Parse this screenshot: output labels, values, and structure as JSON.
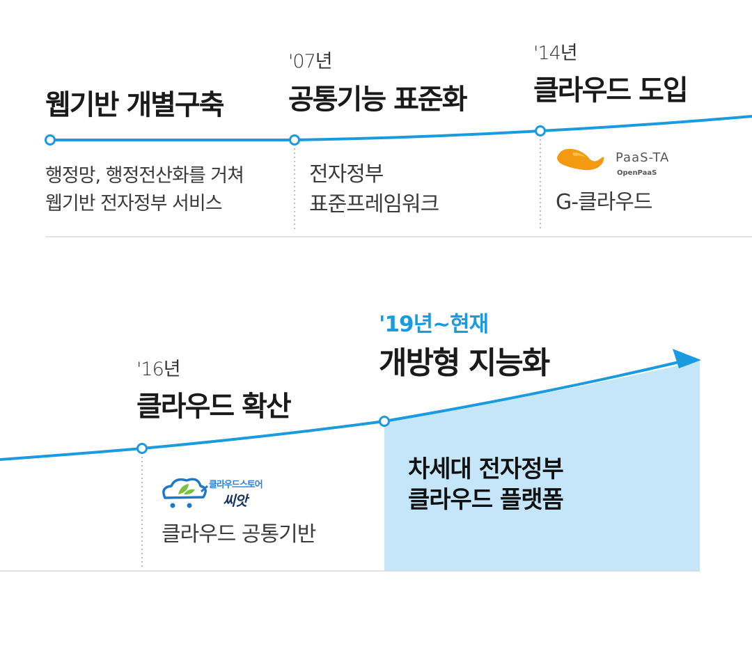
{
  "stages": [
    {
      "year": "",
      "title": "웹기반 개별구축",
      "description": [
        "행정망, 행정전산화를 거쳐",
        "웹기반 전자정부 서비스"
      ]
    },
    {
      "year": "'07년",
      "title": "공통기능 표준화",
      "description": [
        "전자정부",
        "표준프레임워크"
      ]
    },
    {
      "year": "'14년",
      "title": "클라우드 도입",
      "description": [
        "G-클라우드"
      ],
      "logo": {
        "name": "PaaS-TA",
        "subtitle": "OpenPaaS"
      }
    },
    {
      "year": "'16년",
      "title": "클라우드 확산",
      "description": [
        "클라우드 공통기반"
      ],
      "logo": {
        "name": "클라우드스토어",
        "wordmark": "씨앗"
      }
    },
    {
      "year": "'19년~현재",
      "title": "개방형 지능화",
      "description": [
        "차세대 전자정부",
        "클라우드 플랫폼"
      ]
    }
  ],
  "colors": {
    "line": "#1a9be0",
    "highlight_fill": "#c5e5f8",
    "year_current": "#1a9be0",
    "divider": "#d8d8d8",
    "paas_logo": "#f39a12",
    "store_logo": "#1d78c8"
  }
}
